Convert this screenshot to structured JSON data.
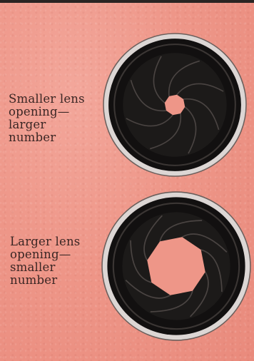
{
  "illustrations": [
    {
      "id": "small-aperture",
      "caption_lines": [
        "Smaller lens",
        "opening—",
        "larger",
        "number"
      ],
      "aperture_opening": 0.2
    },
    {
      "id": "large-aperture",
      "caption_lines": [
        "Larger lens",
        "opening—",
        "smaller",
        "number"
      ],
      "aperture_opening": 0.55
    }
  ],
  "colors": {
    "background": "#ee9688",
    "text": "#3a2624",
    "lens_dark": "#141212"
  }
}
